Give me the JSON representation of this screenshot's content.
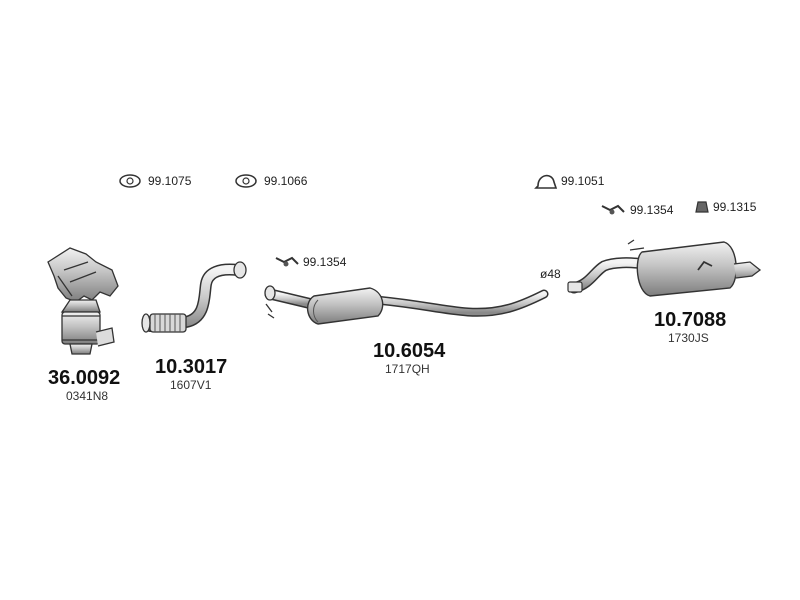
{
  "diagram": {
    "parts": [
      {
        "part_no": "36.0092",
        "oe_ref": "0341N8",
        "component": "manifold-catalyst"
      },
      {
        "part_no": "10.3017",
        "oe_ref": "1607V1",
        "component": "flex-front-pipe"
      },
      {
        "part_no": "10.6054",
        "oe_ref": "1717QH",
        "component": "middle-silencer"
      },
      {
        "part_no": "10.7088",
        "oe_ref": "1730JS",
        "component": "rear-silencer"
      }
    ],
    "accessories": [
      {
        "code": "99.1075",
        "kind": "gasket"
      },
      {
        "code": "99.1066",
        "kind": "gasket"
      },
      {
        "code": "99.1051",
        "kind": "clamp"
      },
      {
        "code": "99.1354",
        "kind": "rubber-mount"
      },
      {
        "code": "99.1354",
        "kind": "rubber-mount"
      },
      {
        "code": "99.1315",
        "kind": "hanger"
      }
    ],
    "pipe_diameter": "ø48"
  }
}
